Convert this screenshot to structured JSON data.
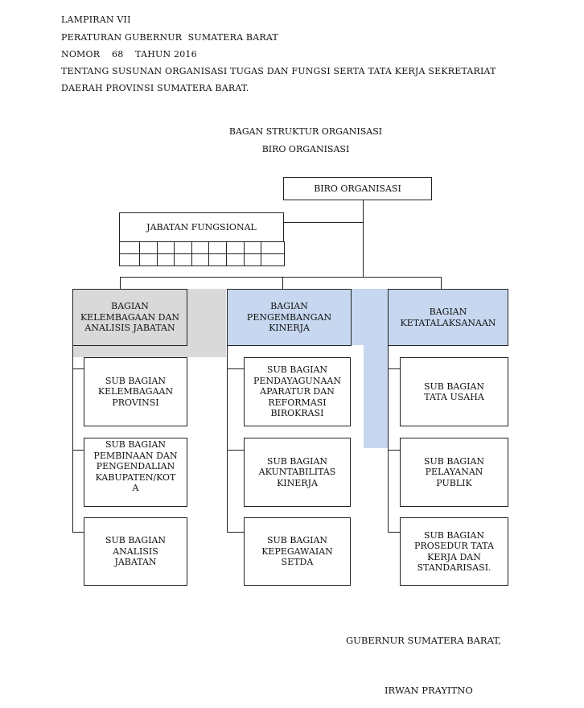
{
  "header": {
    "line1": "LAMPIRAN VII",
    "line2": "PERATURAN GUBERNUR  SUMATERA BARAT",
    "line3": "NOMOR    68    TAHUN 2016",
    "line4": "TENTANG SUSUNAN ORGANISASI TUGAS DAN FUNGSI SERTA TATA KERJA SEKRETARIAT",
    "line5": "DAERAH PROVINSI SUMATERA BARAT."
  },
  "chart": {
    "title_line1": "BAGAN STRUKTUR ORGANISASI",
    "title_line2": "BIRO ORGANISASI",
    "top_box": "BIRO ORGANISASI",
    "jabatan": "JABATAN FUNGSIONAL",
    "bagian": [
      {
        "label": "BAGIAN\nKELEMBAGAAN DAN\nANALISIS JABATAN",
        "sub": [
          "SUB BAGIAN\nKELEMBAGAAN\nPROVINSI",
          "SUB BAGIAN\nPEMBINAAN DAN\nPENGENDALIAN\nKABUPATEN/KOT\nA",
          "SUB BAGIAN\nANALISIS\nJABATAN"
        ]
      },
      {
        "label": "BAGIAN\nPENGEMBANGAN\nKINERJA",
        "sub": [
          "SUB BAGIAN\nPENDAYAGUNAAN\nAPARATUR DAN\nREFORMASI\nBIROKRASI",
          "SUB BAGIAN\nAKUNTABILITAS\nKINERJA",
          "SUB BAGIAN\nKEPEGAWAIAN\nSETDA"
        ]
      },
      {
        "label": "BAGIAN\nKETATALAKSANAAN",
        "sub": [
          "SUB BAGIAN\nTATA USAHA",
          "SUB BAGIAN\nPELAYANAN\nPUBLIK",
          "SUB BAGIAN\nPROSEDUR TATA\nKERJA DAN\nSTANDARISASI."
        ]
      }
    ]
  },
  "colors": {
    "gray_fill": "#d9d9d9",
    "blue_fill": "#c6d7ef",
    "line": "#222222"
  },
  "signature": {
    "title": "GUBERNUR SUMATERA BARAT,",
    "name": "IRWAN PRAYITNO"
  }
}
